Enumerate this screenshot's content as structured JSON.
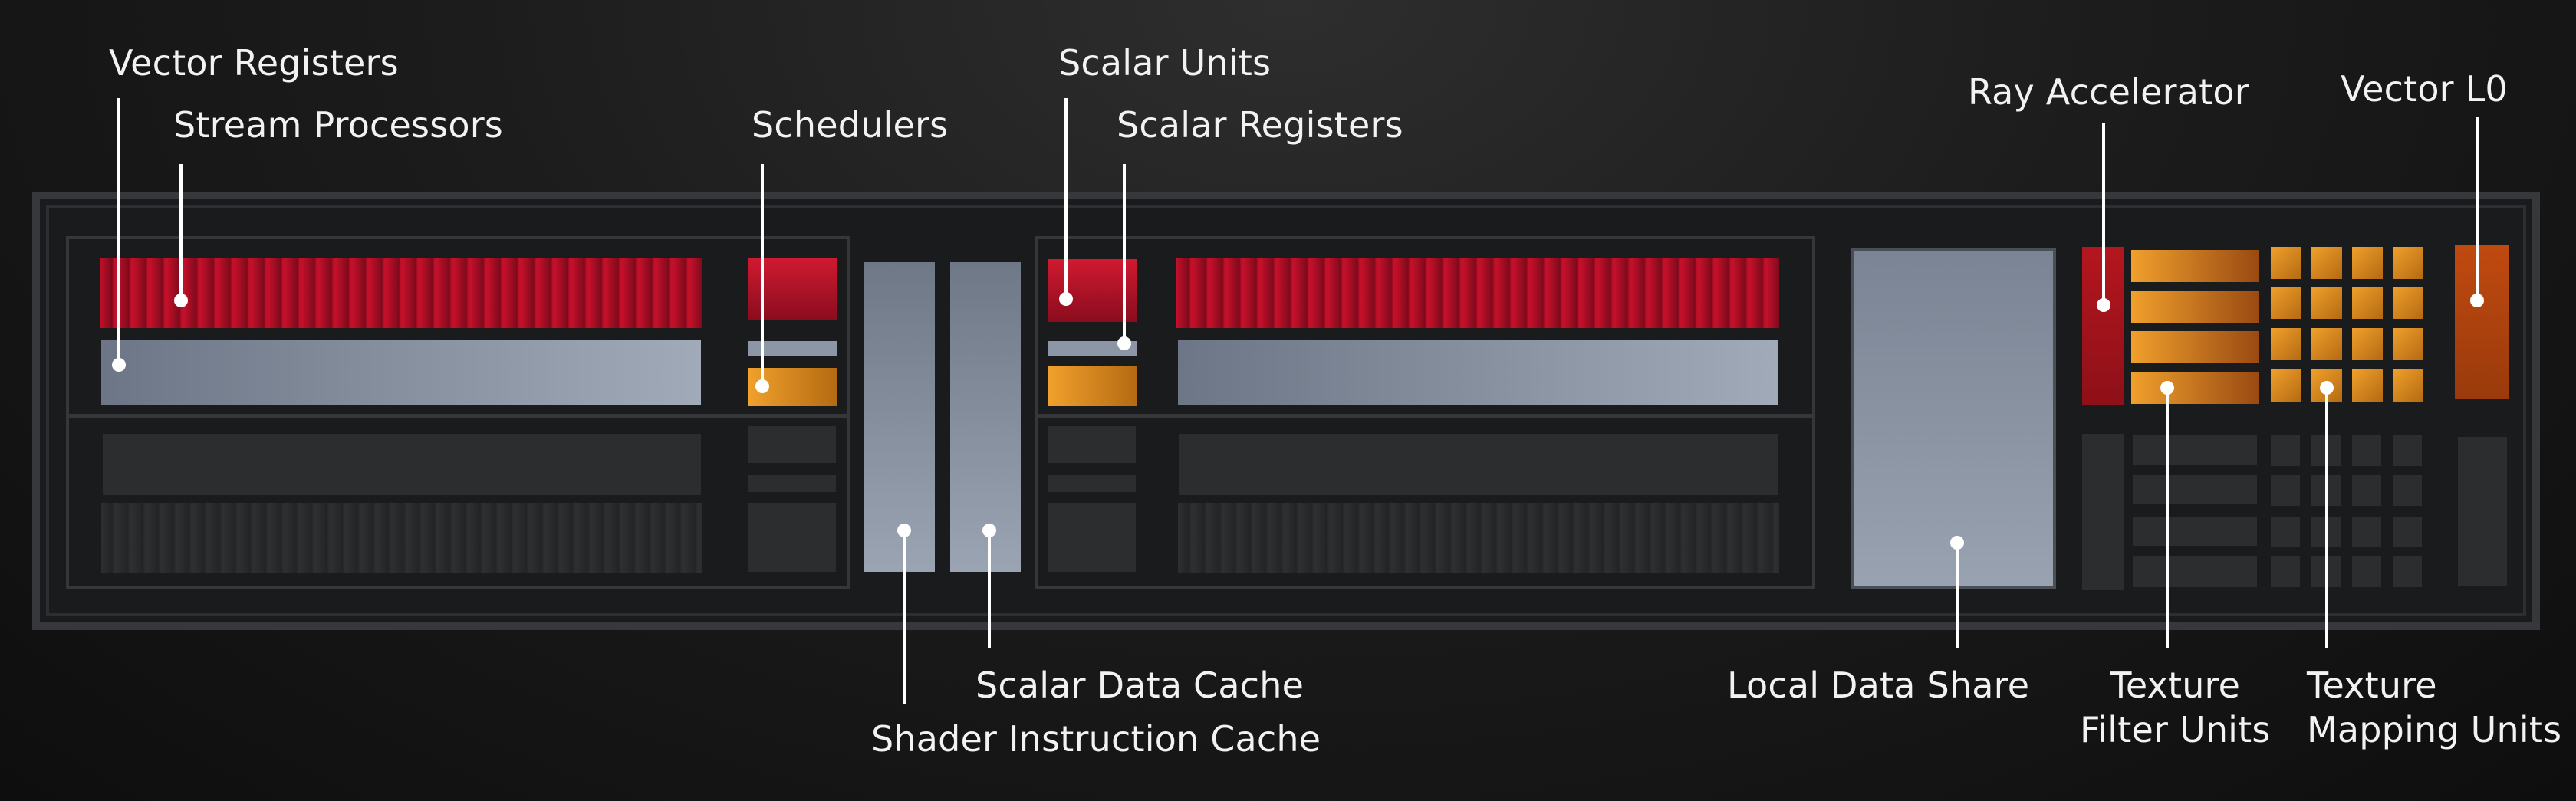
{
  "labels": {
    "vector_registers": "Vector Registers",
    "stream_processors": "Stream Processors",
    "schedulers": "Schedulers",
    "scalar_units": "Scalar Units",
    "scalar_registers": "Scalar Registers",
    "ray_accelerator": "Ray Accelerator",
    "vector_l0": "Vector L0",
    "scalar_data_cache": "Scalar Data Cache",
    "shader_instruction_cache": "Shader Instruction Cache",
    "local_data_share": "Local Data Share",
    "texture_filter_units_line1": "Texture",
    "texture_filter_units_line2": "Filter Units",
    "texture_mapping_units_line1": "Texture",
    "texture_mapping_units_line2": "Mapping Units"
  },
  "colors": {
    "stream_processor_red": "#c3102a",
    "register_gray": "#8c96a6",
    "scheduler_orange": "#e0901e",
    "ray_accel_red": "#a8141b",
    "vector_l0_orange": "#b8460f",
    "frame": "#3a3c40",
    "dark_block": "#2c2d2f",
    "leader_line": "#ffffff"
  }
}
